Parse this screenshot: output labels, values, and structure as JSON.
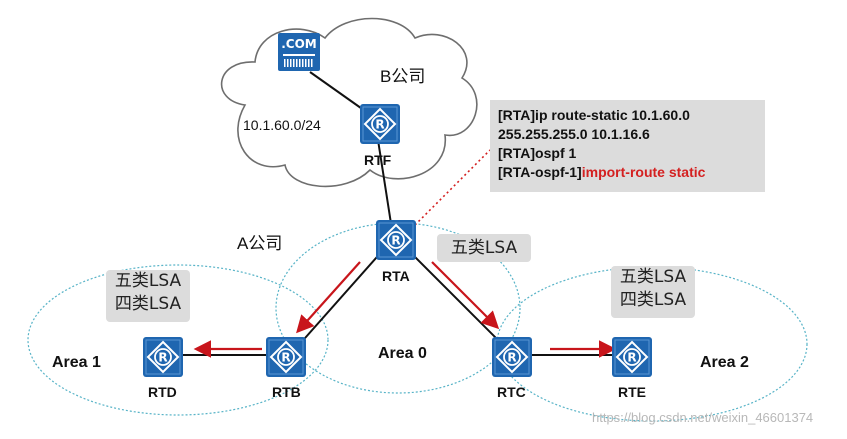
{
  "cloud_label": "B公司",
  "company_a_label": "A公司",
  "network_label": "10.1.60.0/24",
  "server_label": ".COM",
  "routers": {
    "rtf": "RTF",
    "rta": "RTA",
    "rtb": "RTB",
    "rtc": "RTC",
    "rtd": "RTD",
    "rte": "RTE"
  },
  "areas": {
    "area0": "Area 0",
    "area1": "Area 1",
    "area2": "Area 2"
  },
  "lsa": {
    "type5": "五类LSA",
    "type4": "四类LSA"
  },
  "config": {
    "line1": "[RTA]ip route-static 10.1.60.0",
    "line2": "255.255.255.0 10.1.16.6",
    "line3": "[RTA]ospf 1",
    "line4_prefix": "[RTA-ospf-1]",
    "line4_cmd": "import-route static"
  },
  "watermark": "https://blog.csdn.net/weixin_46601374",
  "colors": {
    "router_fill": "#1f66b0",
    "arrow": "#c8151b",
    "area_border": "#57b3c7"
  }
}
